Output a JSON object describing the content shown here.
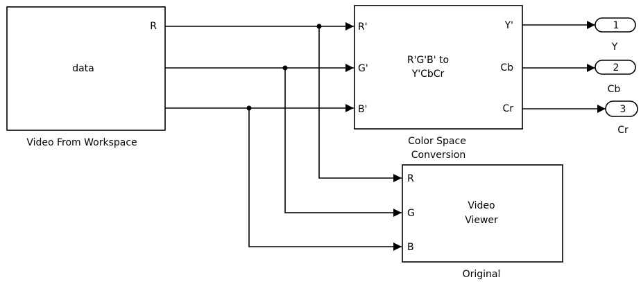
{
  "blocks": {
    "source": {
      "content": "data",
      "port_out_r": "R",
      "caption": "Video From Workspace"
    },
    "converter": {
      "line1": "R'G'B' to",
      "line2": "Y'CbCr",
      "in_r": "R'",
      "in_g": "G'",
      "in_b": "B'",
      "out_y": "Y'",
      "out_cb": "Cb",
      "out_cr": "Cr",
      "caption_line1": "Color Space",
      "caption_line2": "Conversion"
    },
    "viewer": {
      "line1": "Video",
      "line2": "Viewer",
      "in_r": "R",
      "in_g": "G",
      "in_b": "B",
      "caption": "Original"
    }
  },
  "outports": [
    {
      "number": "1",
      "label": "Y"
    },
    {
      "number": "2",
      "label": "Cb"
    },
    {
      "number": "3",
      "label": "Cr"
    }
  ]
}
